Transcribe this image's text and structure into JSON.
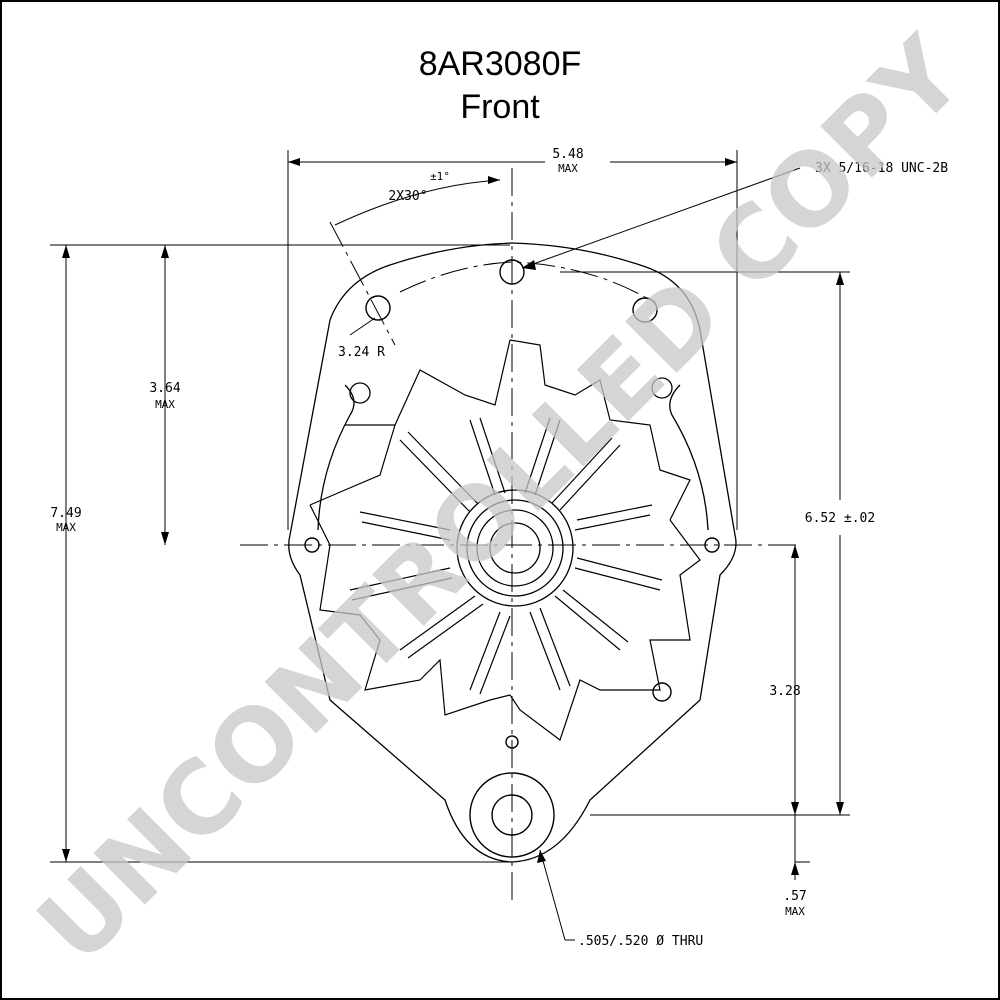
{
  "title": {
    "part_number": "8AR3080F",
    "view": "Front"
  },
  "watermark": "UNCONTROLLED COPY",
  "dimensions": {
    "width_value": "5.48",
    "width_unit": "MAX",
    "mount_holes": "3X 5/16-18 UNC-2B",
    "angle_tolerance": "±1°",
    "angle": "2X30°",
    "radius": "3.24 R",
    "upper_height_value": "3.64",
    "upper_height_unit": "MAX",
    "total_height_value": "7.49",
    "total_height_unit": "MAX",
    "hole_spacing": "6.52 ±.02",
    "lower_height": "3.28",
    "foot_value": ".57",
    "foot_unit": "MAX",
    "thru_hole": ".505/.520 Ø THRU"
  }
}
